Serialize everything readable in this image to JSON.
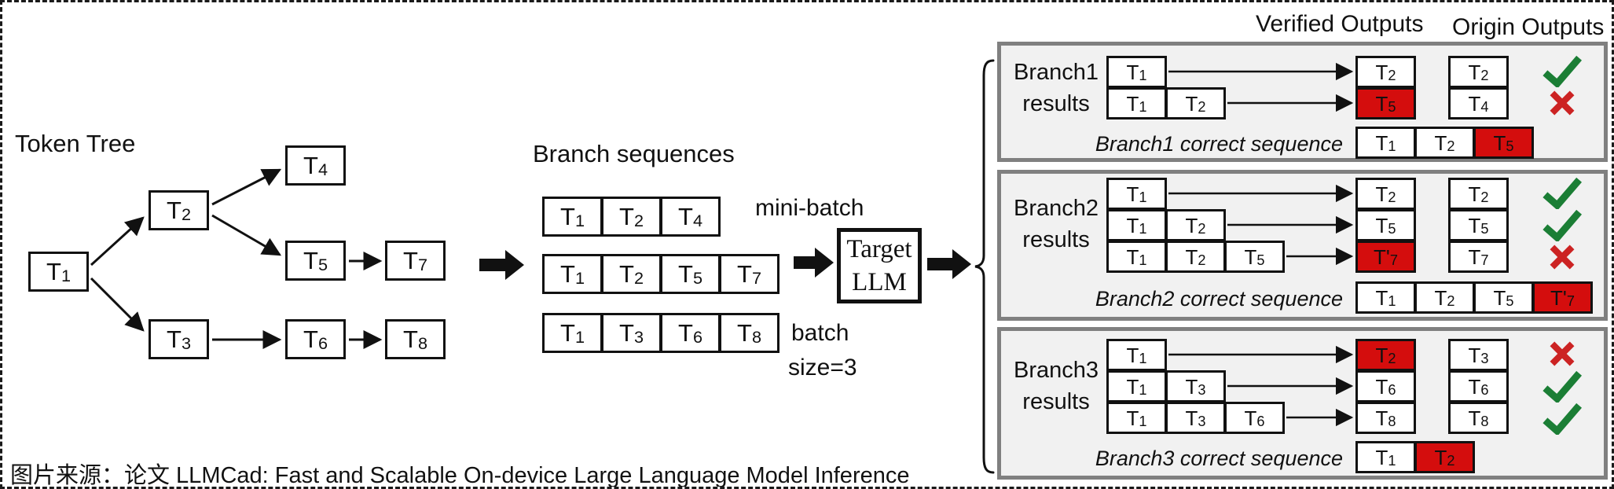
{
  "colors": {
    "red": "#d40d0d",
    "green": "#1b7e35",
    "x_red": "#cc2323",
    "panel_border": "#808080",
    "panel_bg": "#f1f1f1"
  },
  "caption": "图片来源：论文 LLMCad: Fast and Scalable On-device Large Language Model Inference",
  "headers": {
    "verified": "Verified Outputs",
    "origin": "Origin Outputs"
  },
  "token_tree": {
    "title": "Token Tree",
    "nodes": {
      "n1": "T1",
      "n2": "T2",
      "n3": "T3",
      "n4": "T4",
      "n5": "T5",
      "n6": "T6",
      "n7": "T7",
      "n8": "T8"
    },
    "edges": [
      "T1-T2",
      "T1-T3",
      "T2-T4",
      "T2-T5",
      "T5-T7",
      "T3-T6",
      "T6-T8"
    ]
  },
  "branch_sequences": {
    "title": "Branch sequences",
    "mini_batch": "mini-batch",
    "batch_line1": "batch",
    "batch_line2": "size=3",
    "rows": [
      [
        "T1",
        "T2",
        "T4"
      ],
      [
        "T1",
        "T2",
        "T5",
        "T7"
      ],
      [
        "T1",
        "T3",
        "T6",
        "T8"
      ]
    ]
  },
  "target_llm": {
    "line1": "Target",
    "line2": "LLM"
  },
  "panels": [
    {
      "label1": "Branch1",
      "label2": "results",
      "rows": [
        {
          "input": [
            "T1"
          ],
          "verified": "T2",
          "verified_red": false,
          "origin": "T2",
          "status": "pass"
        },
        {
          "input": [
            "T1",
            "T2"
          ],
          "verified": "T5",
          "verified_red": true,
          "origin": "T4",
          "status": "fail"
        }
      ],
      "correct_label": "Branch1 correct sequence",
      "correct": [
        {
          "t": "T1",
          "red": false
        },
        {
          "t": "T2",
          "red": false
        },
        {
          "t": "T5",
          "red": true
        }
      ]
    },
    {
      "label1": "Branch2",
      "label2": "results",
      "rows": [
        {
          "input": [
            "T1"
          ],
          "verified": "T2",
          "verified_red": false,
          "origin": "T2",
          "status": "pass"
        },
        {
          "input": [
            "T1",
            "T2"
          ],
          "verified": "T5",
          "verified_red": false,
          "origin": "T5",
          "status": "pass"
        },
        {
          "input": [
            "T1",
            "T2",
            "T5"
          ],
          "verified": "T'7",
          "verified_red": true,
          "origin": "T7",
          "status": "fail"
        }
      ],
      "correct_label": "Branch2 correct sequence",
      "correct": [
        {
          "t": "T1",
          "red": false
        },
        {
          "t": "T2",
          "red": false
        },
        {
          "t": "T5",
          "red": false
        },
        {
          "t": "T'7",
          "red": true
        }
      ]
    },
    {
      "label1": "Branch3",
      "label2": "results",
      "rows": [
        {
          "input": [
            "T1"
          ],
          "verified": "T2",
          "verified_red": true,
          "origin": "T3",
          "status": "fail"
        },
        {
          "input": [
            "T1",
            "T3"
          ],
          "verified": "T6",
          "verified_red": false,
          "origin": "T6",
          "status": "pass"
        },
        {
          "input": [
            "T1",
            "T3",
            "T6"
          ],
          "verified": "T8",
          "verified_red": false,
          "origin": "T8",
          "status": "pass"
        }
      ],
      "correct_label": "Branch3 correct sequence",
      "correct": [
        {
          "t": "T1",
          "red": false
        },
        {
          "t": "T2",
          "red": true
        }
      ]
    }
  ]
}
